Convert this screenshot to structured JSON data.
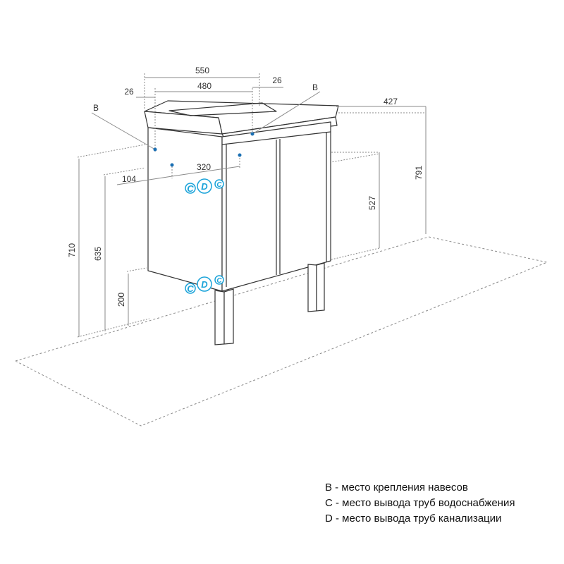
{
  "colors": {
    "line": "#333333",
    "dim_line": "#8a8a8a",
    "port_accent": "#1aa3d9",
    "point": "#1a6fb3"
  },
  "dimensions": {
    "width_550": "550",
    "width_480": "480",
    "offset_26_left": "26",
    "offset_26_right": "26",
    "depth_427": "427",
    "height_791": "791",
    "height_527": "527",
    "height_710": "710",
    "height_635": "635",
    "height_200": "200",
    "spacing_320": "320",
    "offset_104": "104"
  },
  "markers": {
    "b_left": "B",
    "b_right": "B"
  },
  "ports": {
    "c": "C",
    "d": "D"
  },
  "legend": [
    {
      "key": "B",
      "text": "B - место крепления навесов"
    },
    {
      "key": "C",
      "text": "C - место вывода труб водоснабжения"
    },
    {
      "key": "D",
      "text": "D - место вывода труб канализации"
    }
  ]
}
